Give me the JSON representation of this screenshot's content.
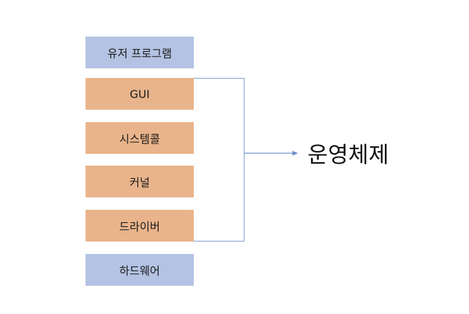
{
  "layers": [
    {
      "label": "유저 프로그램",
      "group": "outside"
    },
    {
      "label": "GUI",
      "group": "os"
    },
    {
      "label": "시스템콜",
      "group": "os"
    },
    {
      "label": "커널",
      "group": "os"
    },
    {
      "label": "드라이버",
      "group": "os"
    },
    {
      "label": "하드웨어",
      "group": "outside"
    }
  ],
  "os_label": "운영체제",
  "colors": {
    "outside_fill": "#b4c3e3",
    "os_fill": "#e9b48b",
    "connector": "#6e8fc9"
  }
}
